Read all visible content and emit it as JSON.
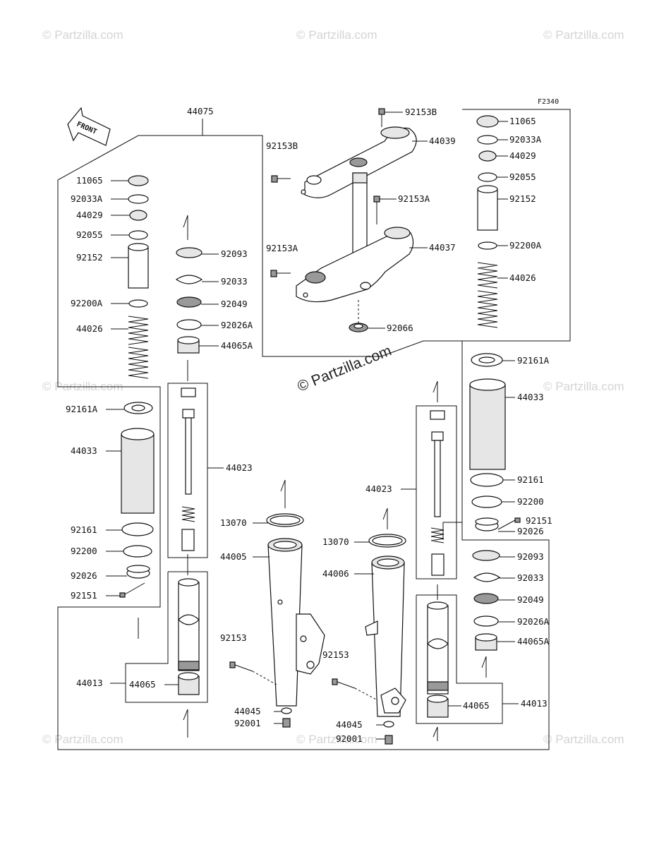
{
  "figure_code": "F2340",
  "watermark": "© Partzilla.com",
  "front_label": "FRONT",
  "parts": {
    "p44075": "44075",
    "p92153B_top": "92153B",
    "p44039": "44039",
    "p92153B_left": "92153B",
    "p92153A_top": "92153A",
    "p92153A_left": "92153A",
    "p44037": "44037",
    "p92066": "92066",
    "L11065": "11065",
    "L92033A": "92033A",
    "L44029": "44029",
    "L92055": "92055",
    "L92152": "92152",
    "L92200A": "92200A",
    "L44026": "44026",
    "L92161A": "92161A",
    "L44033": "44033",
    "L92161": "92161",
    "L92200": "92200",
    "L92026": "92026",
    "L92151": "92151",
    "L44013": "44013",
    "L44065": "44065",
    "C92093": "92093",
    "C92033": "92033",
    "C92049": "92049",
    "C92026A": "92026A",
    "C44065A": "44065A",
    "C44023": "44023",
    "M13070_l": "13070",
    "M44005": "44005",
    "M92153_l": "92153",
    "M44045_l": "44045",
    "M92001_l": "92001",
    "M44023_r": "44023",
    "M13070_r": "13070",
    "M44006": "44006",
    "M92153_r": "92153",
    "M44045_r": "44045",
    "M92001_r": "92001",
    "R11065": "11065",
    "R92033A": "92033A",
    "R44029": "44029",
    "R92055": "92055",
    "R92152": "92152",
    "R92200A": "92200A",
    "R44026": "44026",
    "R92161A": "92161A",
    "R44033": "44033",
    "R92161": "92161",
    "R92200": "92200",
    "R92151": "92151",
    "R92026": "92026",
    "R92093": "92093",
    "R92033": "92033",
    "R92049": "92049",
    "R92026A": "92026A",
    "R44065A": "44065A",
    "R44065": "44065",
    "R44013": "44013"
  }
}
